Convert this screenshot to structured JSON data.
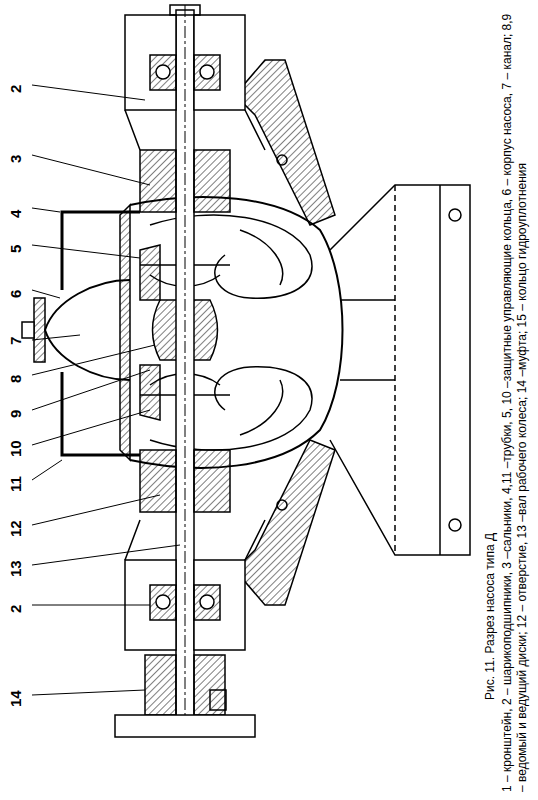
{
  "diagram": {
    "caption": "Рис. 11. Разрез насоса типа Д",
    "labels": [
      "2",
      "3",
      "4",
      "5",
      "6",
      "7",
      "8",
      "9",
      "10",
      "11",
      "12",
      "13",
      "2",
      "14",
      "1 – кронштейн, 2 – шарикоподшипники, 3 –сальники, 4,11 –трубки, 5, 10 –защитные управляющие кольца, 6 – корпус насоса, 7 – канал; 8,9 – ведомый и ведущий диски; 12 – отверстие, 13 –вал рабочего колеса; 14 –муфта; 15 – кольцо гидроуплотнения"
    ]
  }
}
